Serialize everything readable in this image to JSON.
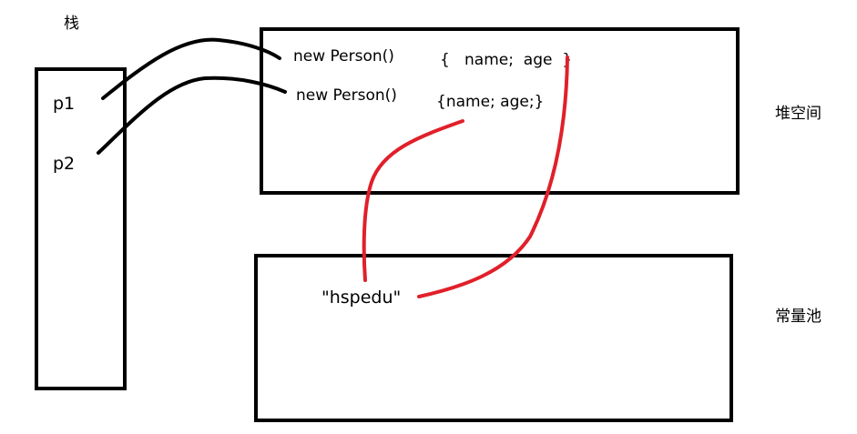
{
  "diagram": {
    "stack": {
      "label": "栈",
      "vars": [
        "p1",
        "p2"
      ]
    },
    "heap": {
      "label": "堆空间",
      "objects": [
        {
          "ctor": "new Person()",
          "fields": "{   name;  age  }"
        },
        {
          "ctor": "new Person()",
          "fields": "{name; age;}"
        }
      ]
    },
    "pool": {
      "label": "常量池",
      "literal": "\"hspedu\""
    },
    "colors": {
      "line_black": "#000000",
      "line_red": "#e0202a"
    }
  }
}
